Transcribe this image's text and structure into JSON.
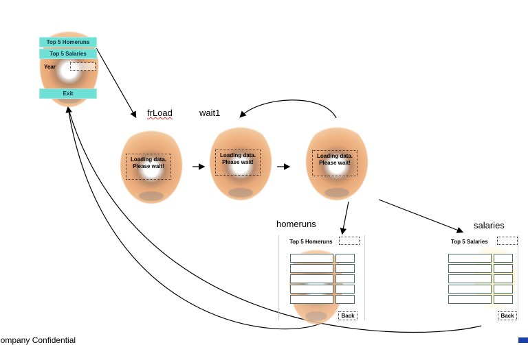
{
  "main_menu": {
    "buttons": [
      {
        "label": "Top 5 Homeruns"
      },
      {
        "label": "Top 5 Salaries"
      },
      {
        "label": "Exit"
      }
    ],
    "year_label": "Year",
    "year_value": ""
  },
  "states": {
    "frload": {
      "label": "frLoad",
      "message_line1": "Loading data.",
      "message_line2": "Please wait!"
    },
    "wait1": {
      "label": "wait1",
      "message_line1": "Loading data.",
      "message_line2": "Please wait!"
    },
    "wait2": {
      "label": "",
      "message_line1": "Loading data.",
      "message_line2": "Please wait!"
    }
  },
  "homeruns": {
    "label": "homeruns",
    "title": "Top 5 Homeruns",
    "back_label": "Back",
    "rows": [
      {
        "name": "",
        "value": ""
      },
      {
        "name": "",
        "value": ""
      },
      {
        "name": "",
        "value": ""
      },
      {
        "name": "",
        "value": ""
      },
      {
        "name": "",
        "value": ""
      }
    ]
  },
  "salaries": {
    "label": "salaries",
    "title": "Top 5 Salaries",
    "back_label": "Back",
    "rows": [
      {
        "name": "",
        "value": ""
      },
      {
        "name": "",
        "value": ""
      },
      {
        "name": "",
        "value": ""
      },
      {
        "name": "",
        "value": ""
      },
      {
        "name": "",
        "value": ""
      }
    ]
  },
  "footer": {
    "text": "Company Confidential"
  },
  "colors": {
    "button_teal": "#6fe0d6",
    "ball_orange": "#f0b888"
  }
}
